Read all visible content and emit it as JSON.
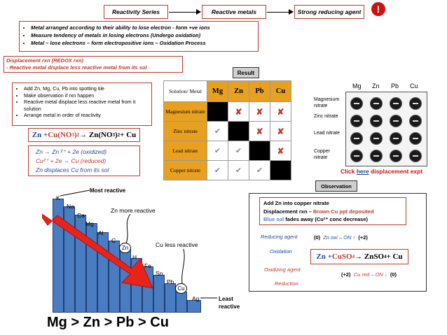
{
  "header": {
    "title": "Reactivity Series",
    "box2": "Reactive metals",
    "box3": "Strong reducing agent",
    "alert_icon": "!"
  },
  "intro_bullets": [
    "Metal  arranged according to their ability to lose electron - form +ve ions",
    "Measure tendency of metals in losing electrons (Undergo oxidation)",
    "Metal – lose electrons – form electropositive ions – Oxidation Process"
  ],
  "displacement": {
    "line1": "Displacement rxn (REDOX rxn)",
    "line2": "Reactive metal displace less reactive metal from its sol"
  },
  "steps": [
    "Add Zn, Mg, Cu, Pb into spotting tile",
    "Make observation if rxn happen",
    "Reactive metal displace less reactive metal from it solution",
    "Arrange metal in order of reactivity"
  ],
  "equation1": {
    "left": "Zn + ",
    "mid": "Cu(NO",
    "sub1": "3",
    "close": ")",
    "sub2": "2",
    "arrow": " → Zn(NO",
    "sub3": "3",
    "close2": ")",
    "sub4": "2",
    "end": " + Cu"
  },
  "half_eqs": {
    "ox": "Zn  →  Zn ²⁺ + 2e (oxidized)",
    "red": "Cu²⁺ + 2e → Cu  (reduced)",
    "summary": "Zn displaces Cu from its sol"
  },
  "result_label": "Result",
  "table": {
    "corner": "Solution/ Metal",
    "cols": [
      "Mg",
      "Zn",
      "Pb",
      "Cu"
    ],
    "rows": [
      {
        "label": "Magnesium nitrate",
        "cells": [
          "black",
          "x",
          "x",
          "x"
        ]
      },
      {
        "label": "Zinc nitrate",
        "cells": [
          "check",
          "black",
          "x",
          "x"
        ]
      },
      {
        "label": "Lead nitrate",
        "cells": [
          "check",
          "check",
          "black",
          "x"
        ]
      },
      {
        "label": "Copper nitrate",
        "cells": [
          "check",
          "check",
          "check",
          "black"
        ]
      }
    ]
  },
  "tile": {
    "cols": [
      "Mg",
      "Zn",
      "Pb",
      "Cu"
    ],
    "rows": [
      "Magnesium nitrate",
      "Zinc nitrate",
      "Lead nitrate",
      "Copper nitrate"
    ],
    "link_pre": "Click ",
    "link": "here",
    "link_post": " displacement expt"
  },
  "observation_label": "Observation",
  "observation": {
    "line1": "Add Zn into copper nitrate",
    "line2_a": "Displacement rxn – ",
    "line2_b": "Brown Cu ppt deposited",
    "line3_a": "Blue sol",
    "line3_b": " fades away (Cu²⁺ conc decrease)",
    "reducing_agent": "Reducing agent",
    "oxidation": "Oxidation",
    "oxidizing_agent": "Oxidizing agent",
    "reduction": "Reduction",
    "top_left": "(0)",
    "top_mid": "Zn  oxi – ON ↑",
    "top_right": "(+2)",
    "eq_left": "Zn + ",
    "eq_mid": "CuSO",
    "eq_sub": "4",
    "eq_arrow": " → ZnSO",
    "eq_sub2": "4",
    "eq_end": " + Cu",
    "bot_left": "(+2)",
    "bot_mid": "Cu red – ON ↓",
    "bot_right": "(0)"
  },
  "series": {
    "most": "Most reactive",
    "least": "Least reactive",
    "zn_note": "Zn more reactive",
    "cu_note": "Cu less reactive",
    "elements": [
      "K",
      "Na",
      "Ca",
      "Mg",
      "Al",
      "C",
      "Zn",
      "H",
      "Fe",
      "Sn",
      "Pb",
      "Cu",
      "Ag"
    ],
    "order": "Mg > Zn > Pb > Cu"
  }
}
